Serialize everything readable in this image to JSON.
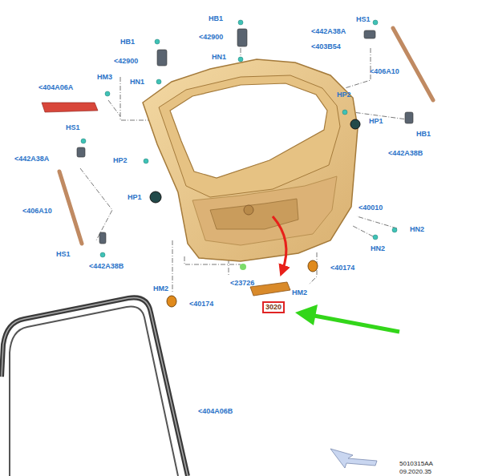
{
  "diagram": {
    "nodes": [
      {
        "text": [
          "3020"
        ]
      }
    ],
    "edges": [],
    "labels": [
      "HB1",
      "<42900",
      "HS1",
      "<442A38A",
      "<403B54",
      "HB1",
      "<42900",
      "HN1",
      "HN1",
      "<404A06A",
      "HM3",
      "<406A10",
      "HP2",
      "HP1",
      "HS1",
      "<442A38A",
      "HP2",
      "HB1",
      "<442A38B",
      "<406A10",
      "HP1",
      "<40010",
      "HN2",
      "HN2",
      "HS1",
      "<442A38B",
      "<40174",
      "<23726",
      "HM2",
      "HM2",
      "<40174",
      "<404A06B",
      "5010315AA",
      "09.2020.35"
    ]
  }
}
